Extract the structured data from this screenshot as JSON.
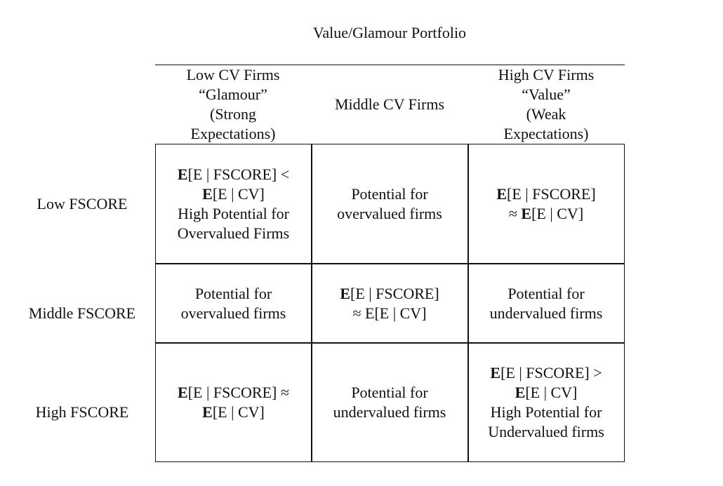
{
  "title": "Value/Glamour Portfolio",
  "columns": [
    {
      "lines": [
        "Low CV Firms",
        "“Glamour”",
        "(Strong",
        "Expectations)"
      ]
    },
    {
      "lines": [
        "Middle CV Firms"
      ]
    },
    {
      "lines": [
        "High CV Firms",
        "“Value”",
        "(Weak",
        "Expectations)"
      ]
    }
  ],
  "rows": [
    {
      "label": "Low FSCORE"
    },
    {
      "label": "Middle FSCORE"
    },
    {
      "label": "High FSCORE"
    }
  ],
  "cells": {
    "low_low": {
      "e": "E",
      "l1": "[E | FSCORE] <",
      "e2": "E",
      "l2": "[E | CV]",
      "l3": "High Potential for",
      "l4": "Overvalued Firms"
    },
    "low_mid": {
      "l1": "Potential for",
      "l2": "overvalued firms"
    },
    "low_high": {
      "e": "E",
      "l1": "[E | FSCORE]",
      "l2a": "≈ ",
      "e2": "E",
      "l2": "[E | CV]"
    },
    "mid_low": {
      "l1": "Potential for",
      "l2": "overvalued firms"
    },
    "mid_mid": {
      "e": "E",
      "l1": "[E | FSCORE]",
      "l2": "≈ E[E | CV]"
    },
    "mid_high": {
      "l1": "Potential for",
      "l2": "undervalued firms"
    },
    "high_low": {
      "e": "E",
      "l1": "[E | FSCORE] ≈",
      "e2": "E",
      "l2": "[E | CV]"
    },
    "high_mid": {
      "l1": "Potential for",
      "l2": "undervalued firms"
    },
    "high_high": {
      "e": "E",
      "l1": "[E | FSCORE] >",
      "e2": "E",
      "l2": "[E | CV]",
      "l3": "High Potential for",
      "l4": "Undervalued firms"
    }
  }
}
